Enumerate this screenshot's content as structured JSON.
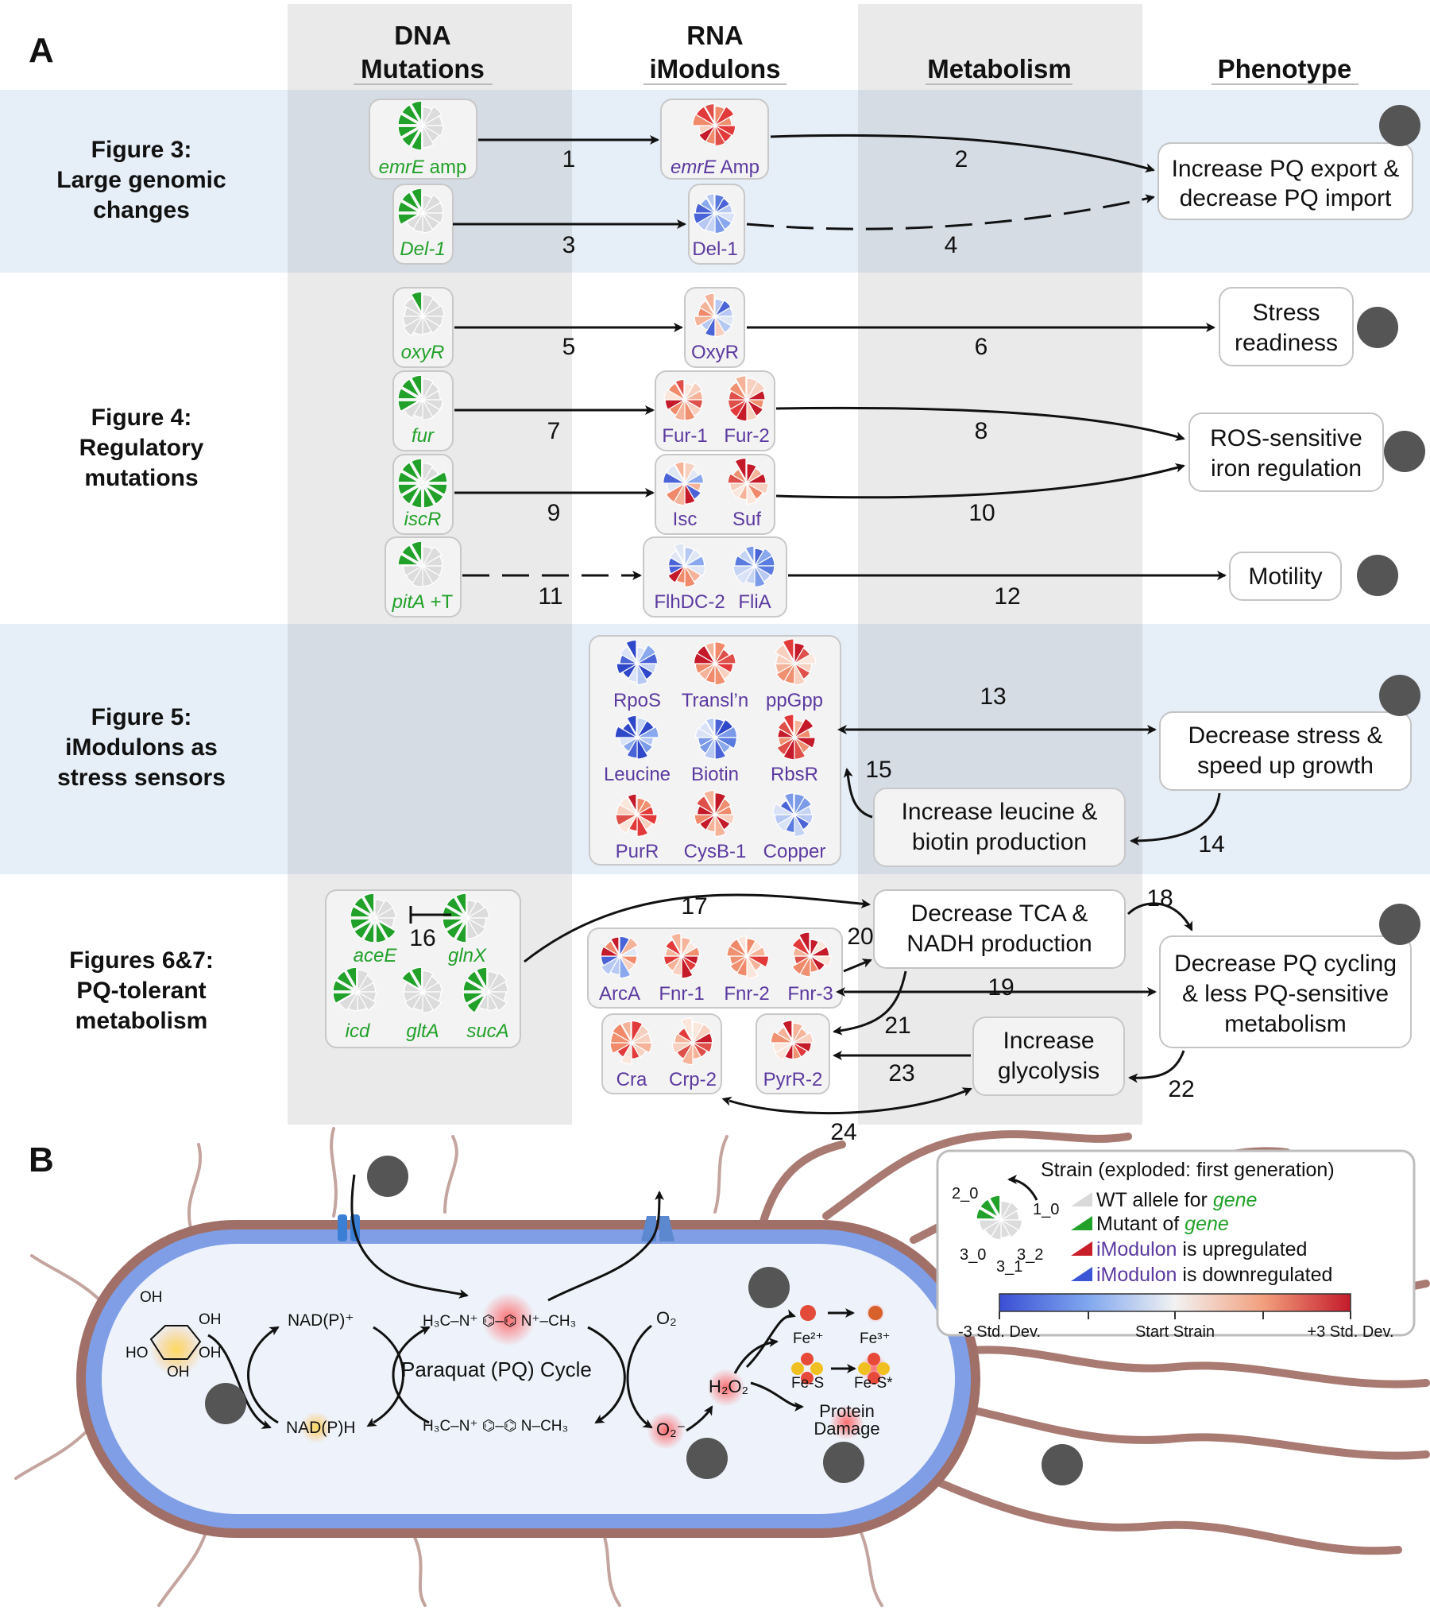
{
  "panel_labels": {
    "a": "A",
    "b": "B"
  },
  "columns": {
    "dna": [
      "DNA",
      "Mutations"
    ],
    "rna": [
      "RNA",
      "iModulons"
    ],
    "metabolism": "Metabolism",
    "phenotype": "Phenotype"
  },
  "rows": {
    "fig3": [
      "Figure 3:",
      "Large genomic",
      "changes"
    ],
    "fig4": [
      "Figure 4:",
      "Regulatory",
      "mutations"
    ],
    "fig5": [
      "Figure 5:",
      "iModulons as",
      "stress sensors"
    ],
    "fig67": [
      "Figures 6&7:",
      "PQ-tolerant",
      "metabolism"
    ]
  },
  "mutations": {
    "emrE": [
      "emrE",
      " amp"
    ],
    "del1": "Del-1",
    "oxyR": "oxyR",
    "fur": "fur",
    "iscR": "iscR",
    "pitA": [
      "pitA",
      " +T"
    ],
    "aceE": "aceE",
    "glnX": "glnX",
    "icd": "icd",
    "gltA": "gltA",
    "sucA": "sucA"
  },
  "imodulons": {
    "emrE_amp": [
      "emrE",
      " Amp"
    ],
    "del1": "Del-1",
    "oxyR": "OxyR",
    "fur1": "Fur-1",
    "fur2": "Fur-2",
    "isc": "Isc",
    "suf": "Suf",
    "flhdc2": "FlhDC-2",
    "flia": "FliA",
    "rpos": "RpoS",
    "transl": "Transl’n",
    "ppgpp": "ppGpp",
    "leucine": "Leucine",
    "biotin": "Biotin",
    "rbsr": "RbsR",
    "purr": "PurR",
    "cysb1": "CysB-1",
    "copper": "Copper",
    "arca": "ArcA",
    "fnr1": "Fnr-1",
    "fnr2": "Fnr-2",
    "fnr3": "Fnr-3",
    "cra": "Cra",
    "crp2": "Crp-2",
    "pyrr2": "PyrR-2"
  },
  "phenotypes": {
    "pq_export": [
      "Increase PQ export &",
      "decrease PQ import"
    ],
    "stress": [
      "Stress",
      "readiness"
    ],
    "ros": [
      "ROS-sensitive",
      "iron regulation"
    ],
    "motility": "Motility",
    "decrease_stress": [
      "Decrease stress &",
      "speed up growth"
    ],
    "pq_cycling": [
      "Decrease PQ cycling",
      "& less PQ-sensitive",
      "metabolism"
    ]
  },
  "metabolism": {
    "leucine": [
      "Increase leucine &",
      "biotin production"
    ],
    "tca": [
      "Decrease TCA &",
      "NADH production"
    ],
    "glycolysis": [
      "Increase",
      "glycolysis"
    ]
  },
  "arrow_numbers": [
    "1",
    "2",
    "3",
    "4",
    "5",
    "6",
    "7",
    "8",
    "9",
    "10",
    "11",
    "12",
    "13",
    "14",
    "15",
    "16",
    "17",
    "18",
    "19",
    "20",
    "21",
    "22",
    "23",
    "24"
  ],
  "panel_b": {
    "nadp_plus": "NAD(P)⁺",
    "nadph": "NAD(P)H",
    "pq_cycle": "Paraquat (PQ) Cycle",
    "pq_top": "H₃C–N⁺  ⌬–⌬  N⁺–CH₃",
    "pq_bot": "H₃C–N⁺  ⌬–⌬  N–CH₃",
    "o2": "O₂",
    "superoxide": "O₂⁻",
    "h2o2": "H₂O₂",
    "fe2": "Fe²⁺",
    "fe3": "Fe³⁺",
    "fes": "Fe-S",
    "fes_star": "Fe-S*",
    "protein": [
      "Protein",
      "Damage"
    ],
    "glucose_oh": [
      "OH",
      "OH",
      "OH",
      "OH",
      "HO"
    ]
  },
  "legend": {
    "title": "Strain (exploded: first generation)",
    "generations": [
      "2_0",
      "1_0",
      "3_0",
      "3_1",
      "3_2"
    ],
    "wt": [
      "WT allele for ",
      "gene"
    ],
    "mut": [
      "Mutant of ",
      "gene"
    ],
    "up": [
      "iModulon",
      " is upregulated"
    ],
    "down": [
      "iModulon",
      " is downregulated"
    ],
    "scale_min": "-3 Std. Dev.",
    "scale_mid": "Start Strain",
    "scale_max": "+3 Std. Dev."
  },
  "colors": {
    "mutant_green": "#22a12a",
    "imodulon_purple": "#5b3aa0",
    "up_red": "#c81e2a",
    "down_blue": "#3a55d6",
    "band_blue": "#e6eef8",
    "column_gray": "#e9e9e9",
    "cell_body": "#eef3fb",
    "membrane_blue": "#7f9ee6",
    "membrane_brown": "#a07068"
  }
}
